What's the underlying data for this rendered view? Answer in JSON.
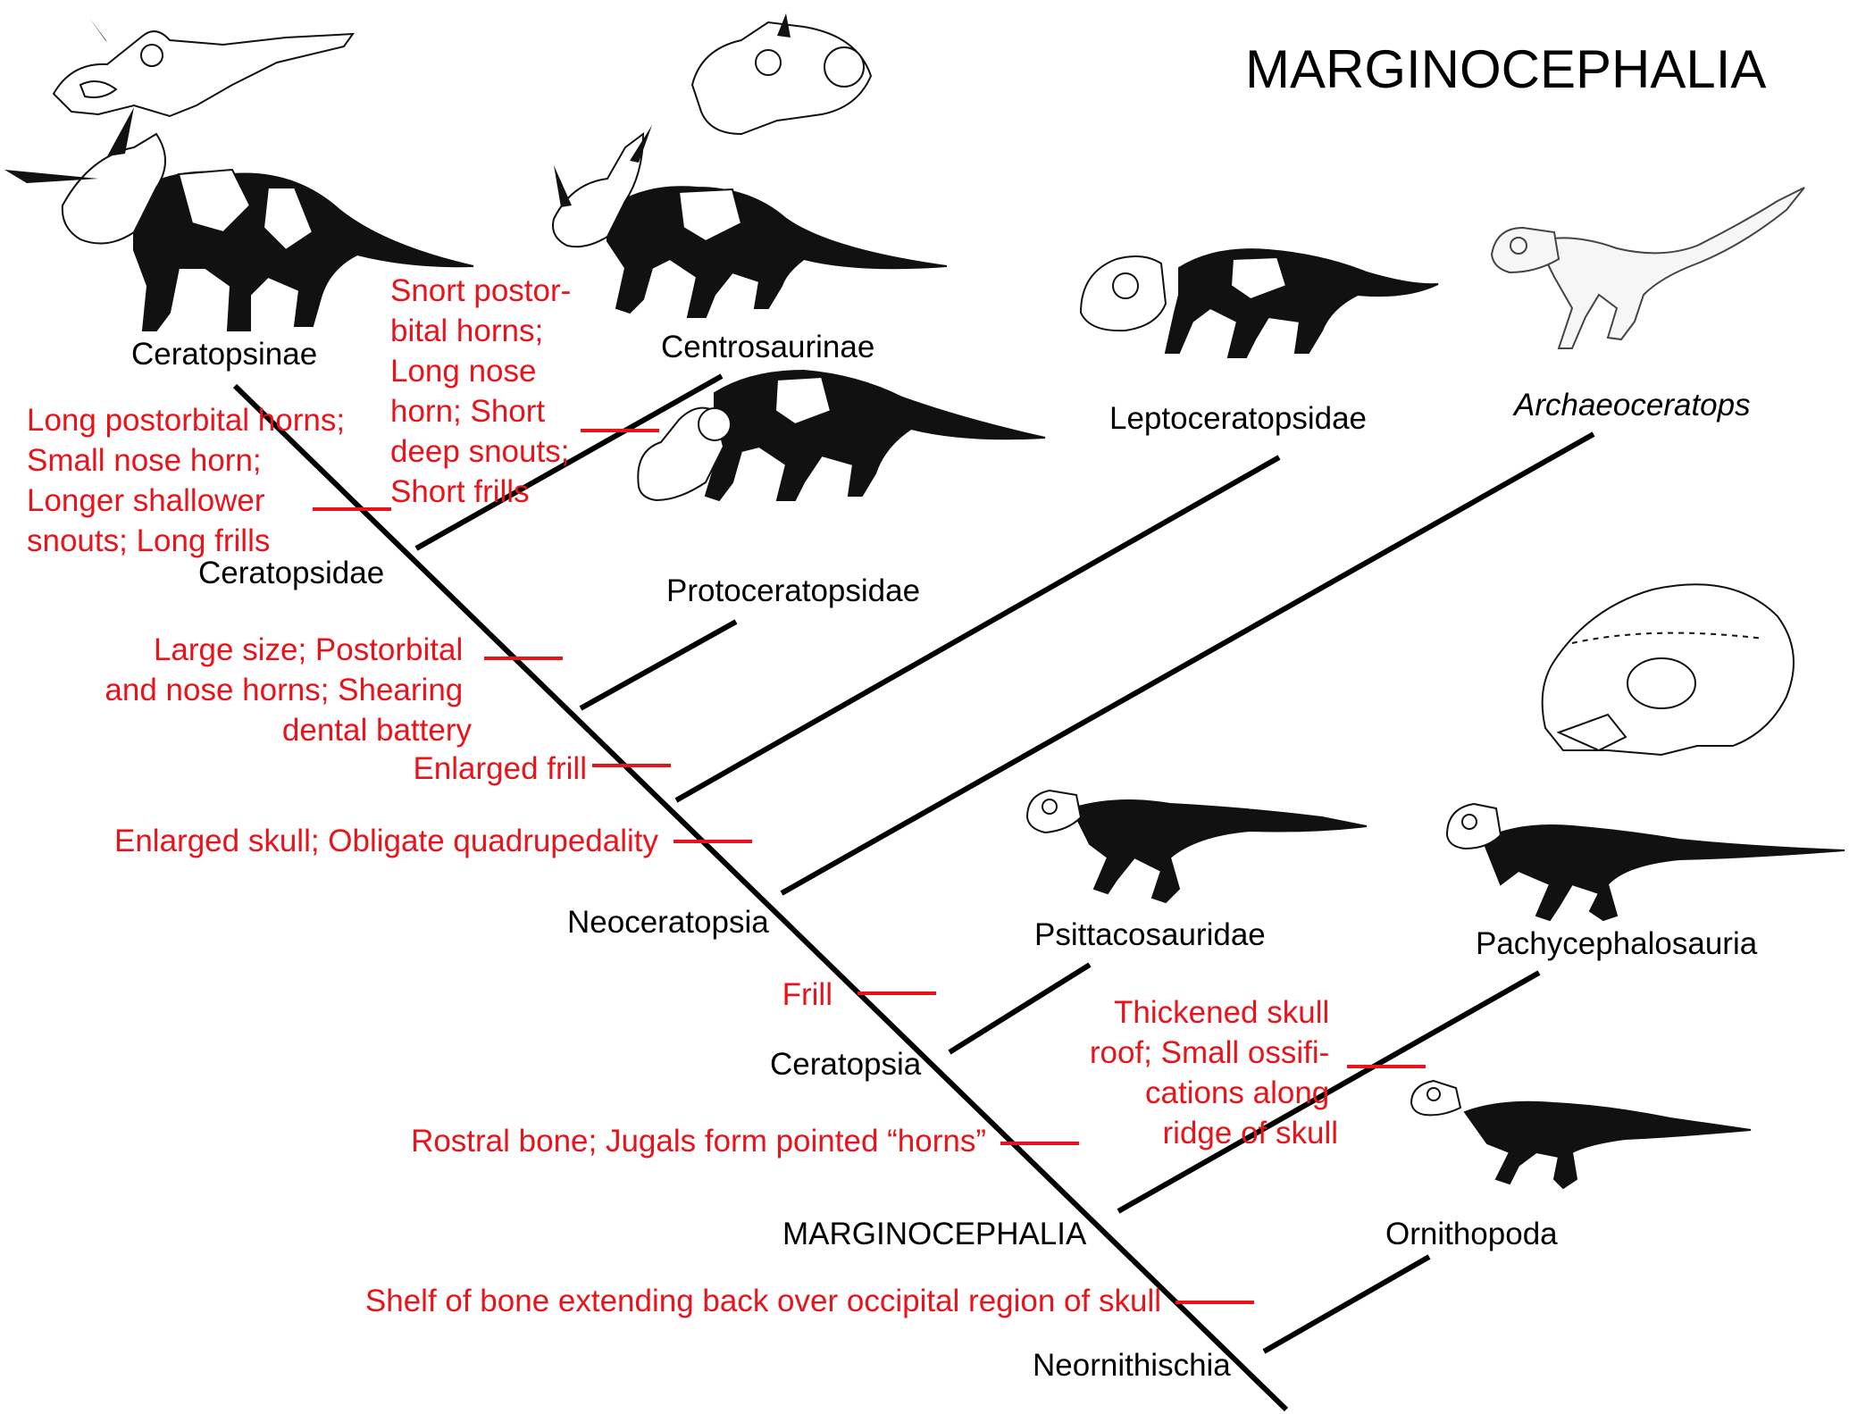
{
  "title": "MARGINOCEPHALIA",
  "taxa": {
    "ceratopsinae": "Ceratopsinae",
    "centrosaurinae": "Centrosaurinae",
    "leptoceratopsidae": "Leptoceratopsidae",
    "archaeoceratops": "Archaeoceratops",
    "ceratopsidae": "Ceratopsidae",
    "protoceratopsidae": "Protoceratopsidae",
    "neoceratopsia": "Neoceratopsia",
    "psittacosauridae": "Psittacosauridae",
    "pachycephalosauria": "Pachycephalosauria",
    "ceratopsia": "Ceratopsia",
    "marginocephalia": "MARGINOCEPHALIA",
    "ornithopoda": "Ornithopoda",
    "neornithischia": "Neornithischia"
  },
  "characters": {
    "centrosaurinae": [
      "Snort postor-",
      "bital horns;",
      "Long nose",
      "horn; Short",
      "deep snouts;",
      "Short frills"
    ],
    "ceratopsinae": [
      "Long postorbital horns;",
      "Small nose horn;",
      "Longer shallower",
      "snouts; Long frills"
    ],
    "ceratopsidae": [
      "Large size; Postorbital",
      "and nose horns; Shearing",
      "dental battery"
    ],
    "enlarged_frill": "Enlarged frill",
    "enlarged_skull": "Enlarged skull; Obligate quadrupedality",
    "frill": "Frill",
    "pachycephalosauria": [
      "Thickened skull",
      "roof; Small ossifi-",
      "cations along",
      "ridge of skull"
    ],
    "ceratopsia": "Rostral bone; Jugals form pointed “horns”",
    "marginocephalia": "Shelf of bone extending back over occipital region of skull"
  },
  "colors": {
    "tree": "#000000",
    "characters": "#e8141c",
    "labels": "#000000"
  }
}
